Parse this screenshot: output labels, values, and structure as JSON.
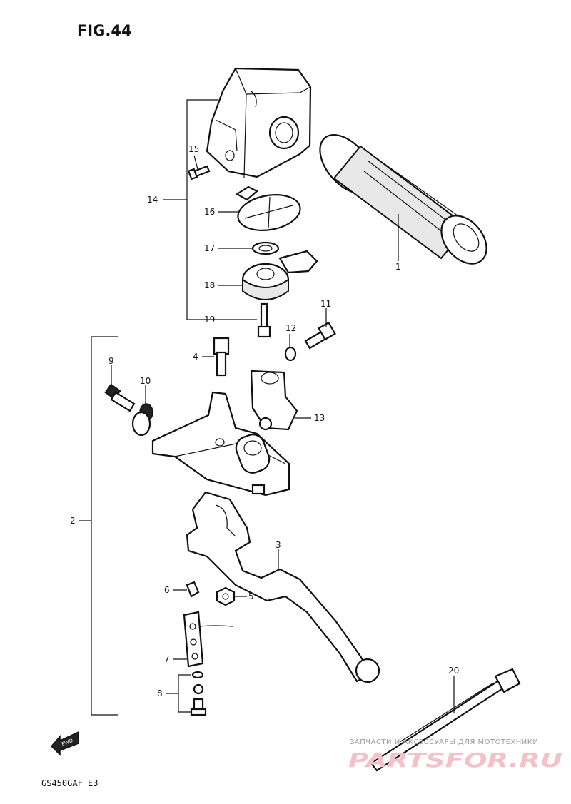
{
  "figure": {
    "title": "FIG.44",
    "model": "GS450GAF E3",
    "direction_mark": "FWD"
  },
  "watermark": {
    "line1": "ЗАПЧАСТИ И АКСЕССУАРЫ ДЛЯ МОТОТЕХНИКИ",
    "line2": "PARTSFOR.RU"
  },
  "callouts": {
    "c1": "1",
    "c2": "2",
    "c3": "3",
    "c4": "4",
    "c5": "5",
    "c6": "6",
    "c7": "7",
    "c8": "8",
    "c9": "9",
    "c10": "10",
    "c11": "11",
    "c12": "12",
    "c13": "13",
    "c14": "14",
    "c15": "15",
    "c16": "16",
    "c17": "17",
    "c18": "18",
    "c19": "19",
    "c20": "20"
  }
}
